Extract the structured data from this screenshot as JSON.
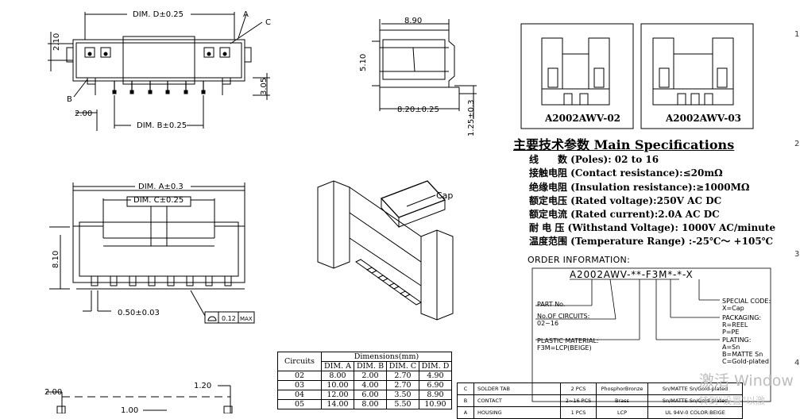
{
  "drawing": {
    "labels": {
      "dim_d": "DIM. D±0.25",
      "dim_b": "DIM. B±0.25",
      "dim_a": "DIM. A±0.3",
      "dim_c": "DIM. C±0.25",
      "d210": "2.10",
      "d305": "3.05",
      "d200": "2.00",
      "d890": "8.90",
      "d510": "5.10",
      "d820": "8.20±0.25",
      "d125": "1.25±0.3",
      "d810": "8.10",
      "d050": "0.50±0.03",
      "flat": "0.12",
      "flat_max": "MAX",
      "callout_a": "A",
      "callout_c": "C",
      "callout_b": "B",
      "cap": "Cap",
      "bot_200": "2.00",
      "bot_120": "1.20",
      "bot_100": "1.00"
    },
    "variants": [
      {
        "name": "A2002AWV-02"
      },
      {
        "name": "A2002AWV-03"
      }
    ]
  },
  "specs": {
    "title": "主要技术参数 Main Specifications",
    "rows": [
      "线　　数 (Poles): 02 to 16",
      "接触电阻 (Contact resistance):≤20mΩ",
      "绝缘电阻 (Insulation resistance):≥1000MΩ",
      "额定电压 (Rated voltage):250V AC DC",
      "额定电流 (Rated current):2.0A AC DC",
      "耐 电 压 (Withstand Voltage): 1000V AC/minute",
      "温度范围 (Temperature Range) :-25℃～ +105℃"
    ]
  },
  "order": {
    "title": "ORDER INFORMATION:",
    "code": "A2002AWV-**-F3M*-*-X",
    "part_no": "PART No.",
    "circuits": "No.OF CIRCUITS:\n02~16",
    "material": "PLASTIC MATERIAL:\nF3M=LCP(BEIGE)",
    "special": "SPECIAL CODE:\nX=Cap",
    "packaging": "PACKAGING:\nR=REEL\nP=PE",
    "plating": "PLATING:\nA=Sn\nB=MATTE Sn\nC=Gold-plated"
  },
  "dimensions_table": {
    "circuits_header": "Circuits",
    "dims_header": "Dimensions(mm)",
    "columns": [
      "DIM. A",
      "DIM. B",
      "DIM. C",
      "DIM. D"
    ],
    "rows": [
      [
        "02",
        "8.00",
        "2.00",
        "2.70",
        "4.90"
      ],
      [
        "03",
        "10.00",
        "4.00",
        "2.70",
        "6.90"
      ],
      [
        "04",
        "12.00",
        "6.00",
        "3.50",
        "8.90"
      ],
      [
        "05",
        "14.00",
        "8.00",
        "5.50",
        "10.90"
      ]
    ]
  },
  "materials_table": {
    "rows": [
      [
        "C",
        "SOLDER TAB",
        "2 PCS",
        "PhosphorBronze",
        "Sn/MATTE Sn/Gold-plated"
      ],
      [
        "B",
        "CONTACT",
        "2~16 PCS",
        "Brass",
        "Sn/MATTE Sn/Gold-plated"
      ],
      [
        "A",
        "HOUSING",
        "1 PCS",
        "LCP",
        "UL 94V-0  COLOR:BEIGE"
      ]
    ]
  },
  "zones": [
    "1",
    "2",
    "3",
    "4"
  ],
  "watermark": {
    "line1": "激活 Window",
    "line2": "转到\"设置\"以激"
  }
}
